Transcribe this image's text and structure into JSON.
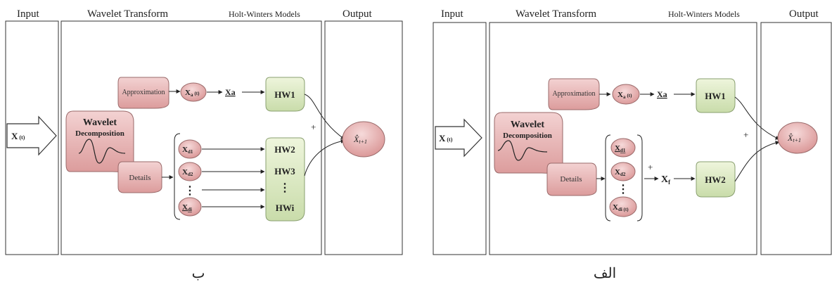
{
  "panels": [
    {
      "id": "b",
      "headers": {
        "input": "Input",
        "wavelet_transform": "Wavelet Transform",
        "holt_winters": "Holt-Winters Models",
        "output": "Output"
      },
      "input_label": "X",
      "input_sub": "(t)",
      "wavelet_title": "Wavelet",
      "wavelet_subtitle": "Decomposition",
      "approximation": "Approximation",
      "details": "Details",
      "xa_node": "X",
      "xa_node_sub": "a",
      "xa_node_t": "(t)",
      "xa_arrow": "Xa",
      "detail_nodes": [
        {
          "main": "X",
          "sub": "d1"
        },
        {
          "main": "X",
          "sub": "d2"
        },
        {
          "main": "⋮",
          "sub": ""
        },
        {
          "main": "X",
          "sub": "di"
        }
      ],
      "hw_top": "HW1",
      "hw_stack": [
        "HW2",
        "HW3",
        "⋮",
        "HWi"
      ],
      "plus": "+",
      "output_label": "X̂",
      "output_sub": "t+1",
      "caption": "ب"
    },
    {
      "id": "alef",
      "headers": {
        "input": "Input",
        "wavelet_transform": "Wavelet Transform",
        "holt_winters": "Holt-Winters Models",
        "output": "Output"
      },
      "input_label": "X",
      "input_sub": "(t)",
      "wavelet_title": "Wavelet",
      "wavelet_subtitle": "Decomposition",
      "approximation": "Approximation",
      "details": "Details",
      "xa_node": "X",
      "xa_node_sub": "a",
      "xa_node_t": "(t)",
      "xa_arrow": "Xa",
      "detail_nodes": [
        {
          "main": "X",
          "sub": "d1"
        },
        {
          "main": "X",
          "sub": "d2"
        },
        {
          "main": "⋮",
          "sub": ""
        },
        {
          "main": "X",
          "sub": "di (t)"
        }
      ],
      "plus_inner": "+",
      "xf": "X",
      "xf_sub": "f",
      "hw_top": "HW1",
      "hw_bottom": "HW2",
      "plus": "+",
      "output_label": "X̂",
      "output_sub": "t+1",
      "caption": "الف"
    }
  ]
}
